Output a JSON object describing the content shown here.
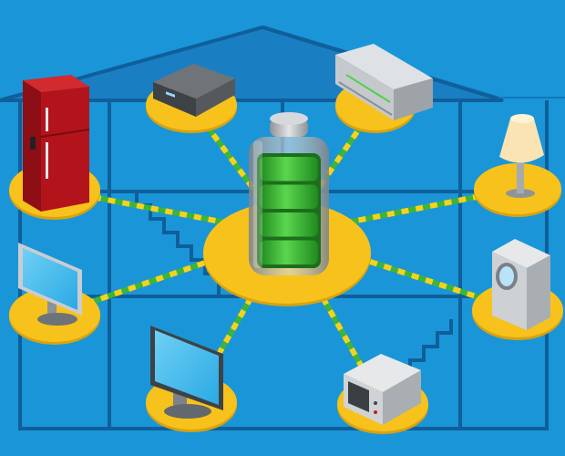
{
  "colors": {
    "background": "#1a96d8",
    "house_outline": "#0f5f9a",
    "pad": "#f7c21b",
    "pad_shadow": "#d9a20f",
    "connector_yellow": "#f7d21b",
    "connector_green": "#3db43a",
    "battery_green": "#3cc23a",
    "battery_dark": "#2a8f2a",
    "metal": "#b9bcc0",
    "fridge_red": "#b3141c"
  },
  "hub": {
    "name": "battery-storage",
    "icon": "battery-icon",
    "charge_level": 1.0
  },
  "devices": [
    {
      "name": "refrigerator",
      "icon": "refrigerator-icon"
    },
    {
      "name": "set-top-box",
      "icon": "set-top-box-icon"
    },
    {
      "name": "air-conditioner",
      "icon": "air-conditioner-icon"
    },
    {
      "name": "table-lamp",
      "icon": "lamp-icon"
    },
    {
      "name": "washing-machine",
      "icon": "washing-machine-icon"
    },
    {
      "name": "microwave-oven",
      "icon": "microwave-icon"
    },
    {
      "name": "flat-screen-tv",
      "icon": "tv-icon"
    },
    {
      "name": "computer-monitor",
      "icon": "monitor-icon"
    }
  ]
}
